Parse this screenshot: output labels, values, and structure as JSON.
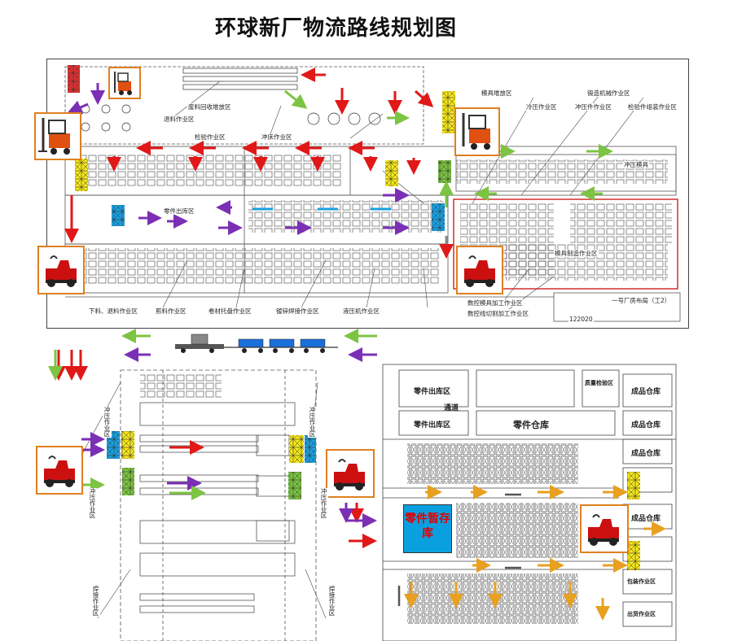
{
  "title": "环球新厂物流路线规划图",
  "colors": {
    "flow_red": "#e01818",
    "flow_purple": "#7b2fb5",
    "flow_green": "#7cc442",
    "flow_orange": "#e8a020",
    "station_yellow": "#f5e61a",
    "station_blue": "#1aa0e0",
    "station_green": "#7cc442",
    "highlight_border": "#e08020",
    "area_red_border": "#d02020"
  },
  "legend_icons": [
    "forklift-icon",
    "tow-tractor-icon",
    "tugger-train-icon"
  ],
  "top_plan": {
    "zone_labels": [
      "废料回收堆放区",
      "检验作业区",
      "退料作业区",
      "冲床作业区",
      "模具堆放区",
      "锻造机械作业区",
      "冷压作业区",
      "冲压件作业区",
      "检验件组装作业区",
      "下料、退料作业区",
      "剪料作业区",
      "卷材托盘作业区",
      "镀锌焊接作业区",
      "液压机作业区",
      "模具制造作业区",
      "数控模具加工作业区",
      "数控线切割加工作业区",
      "冲压模具",
      "零件出库区"
    ],
    "title_block": {
      "drawing_no": "一号厂房布局（工2）",
      "sheet_ref": "122020"
    }
  },
  "bottom_right": {
    "top_labels": [
      "零件出库区",
      "零件出库区",
      "零件仓库",
      "质量检验区",
      "成品仓库"
    ],
    "aisle_label": "通道",
    "storage_label": "零件暂存库",
    "right_labels": [
      "成品仓库",
      "成品仓库",
      "成品仓库",
      "包装作业区",
      "出货作业区"
    ]
  },
  "bottom_left": {
    "side_labels": [
      "冲压作业区",
      "冲压作业区",
      "冲压作业区",
      "冲压作业区",
      "焊接作业区",
      "焊接作业区"
    ]
  }
}
